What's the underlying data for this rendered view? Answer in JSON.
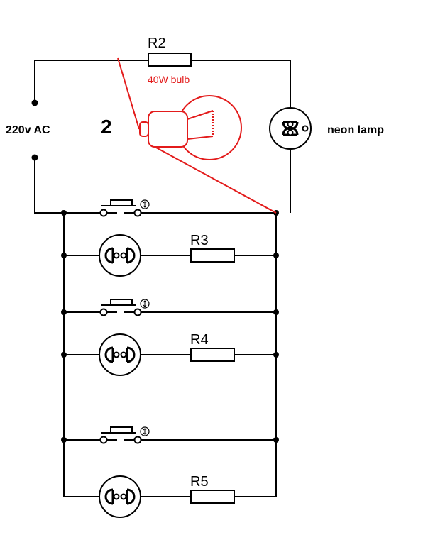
{
  "labels": {
    "source": "220v AC",
    "figure_number": "2",
    "resistor_top": "R2",
    "bulb": "40W bulb",
    "neon_lamp": "neon lamp",
    "resistor_1": "R3",
    "resistor_2": "R4",
    "resistor_3": "R5"
  },
  "colors": {
    "wire": "#000000",
    "annotation": "#e31b1b",
    "background": "#ffffff"
  },
  "icons": {
    "switch_marker": "push-button-symbol",
    "neon_lamp": "neon-lamp-symbol",
    "bulb": "incandescent-bulb-symbol"
  }
}
